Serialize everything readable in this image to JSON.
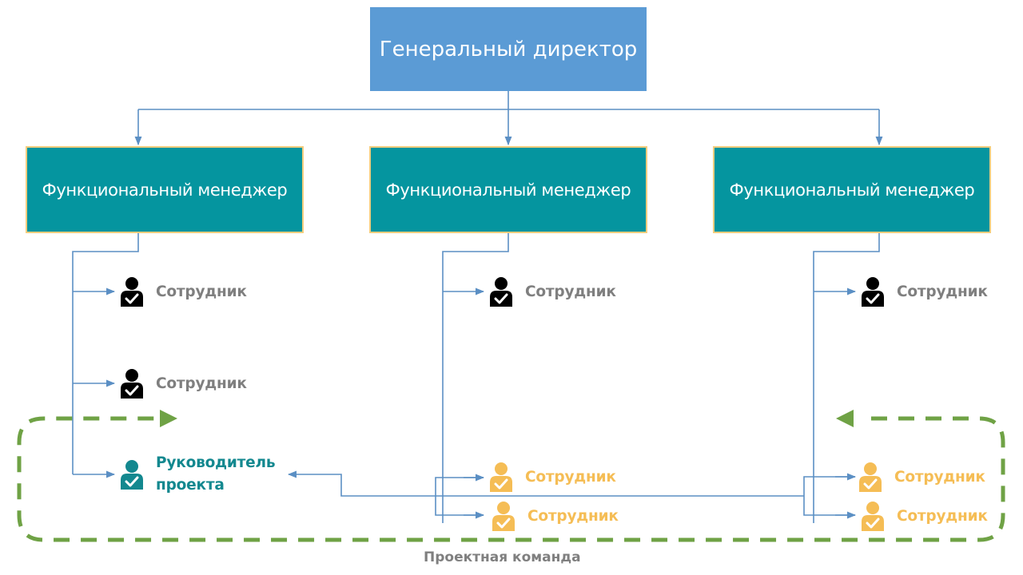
{
  "ceo": {
    "label": "Генеральный директор"
  },
  "managers": [
    {
      "label": "Функциональный менеджер"
    },
    {
      "label": "Функциональный менеджер"
    },
    {
      "label": "Функциональный менеджер"
    }
  ],
  "employees": {
    "col1_a": "Сотрудник",
    "col1_b": "Сотрудник",
    "col2_a": "Сотрудник",
    "col3_a": "Сотрудник"
  },
  "project_manager": {
    "line1": "Руководитель",
    "line2": "проекта"
  },
  "project_team": {
    "members": [
      "Сотрудник",
      "Сотрудник",
      "Сотрудник",
      "Сотрудник"
    ],
    "caption": "Проектная команда"
  },
  "colors": {
    "ceo": "#5b9bd5",
    "manager": "#05959f",
    "manager_border": "#f3cd7e",
    "connector": "#5b8fc4",
    "team_boundary": "#6fa245",
    "employee_icon": "#000000",
    "team_icon": "#f5bd55",
    "pm_icon": "#13888f"
  }
}
